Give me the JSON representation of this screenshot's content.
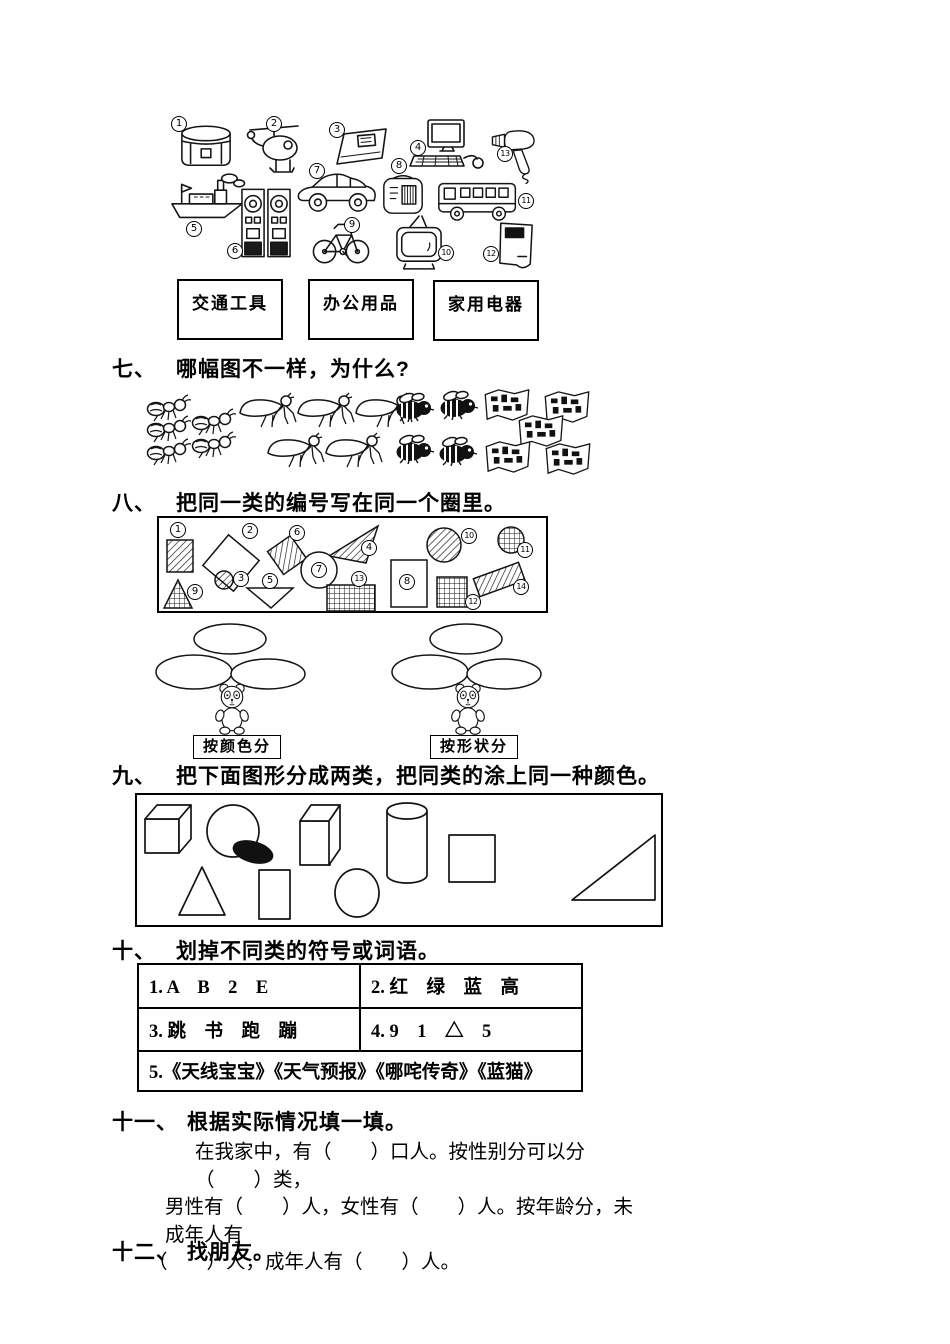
{
  "classify": {
    "items": [
      {
        "num": "1",
        "icon": "rice-cooker"
      },
      {
        "num": "2",
        "icon": "helicopter"
      },
      {
        "num": "3",
        "icon": "exercise-book"
      },
      {
        "num": "4",
        "icon": "computer"
      },
      {
        "num": "5",
        "icon": "ship"
      },
      {
        "num": "6",
        "icon": "speakers"
      },
      {
        "num": "7",
        "icon": "car"
      },
      {
        "num": "8",
        "icon": "radio"
      },
      {
        "num": "9",
        "icon": "bicycle"
      },
      {
        "num": "10",
        "icon": "television"
      },
      {
        "num": "11",
        "icon": "bus"
      },
      {
        "num": "12",
        "icon": "notebook"
      },
      {
        "num": "13",
        "icon": "hair-dryer"
      }
    ],
    "categories": [
      {
        "label": "交通工具"
      },
      {
        "label": "办公用品"
      },
      {
        "label": "家用电器"
      }
    ]
  },
  "q7": {
    "no": "七、",
    "title": "哪幅图不一样，为什么?",
    "groups": [
      {
        "creature": "ants",
        "count": 5
      },
      {
        "creature": "mantises",
        "count": 5
      },
      {
        "creature": "bees",
        "count": 4
      },
      {
        "creature": "maps",
        "count": 5
      }
    ]
  },
  "q8": {
    "no": "八、",
    "title": "把同一类的编号写在同一个圈里。",
    "shapes": [
      {
        "num": "1",
        "shape": "rectangle",
        "fill": "diagonal-hatch"
      },
      {
        "num": "2",
        "shape": "square",
        "fill": "white"
      },
      {
        "num": "3",
        "shape": "circle",
        "fill": "diagonal-hatch"
      },
      {
        "num": "4",
        "shape": "triangle",
        "fill": "diagonal-hatch"
      },
      {
        "num": "5",
        "shape": "triangle",
        "fill": "white"
      },
      {
        "num": "6",
        "shape": "square",
        "fill": "diagonal-hatch"
      },
      {
        "num": "7",
        "shape": "circle",
        "fill": "white"
      },
      {
        "num": "8",
        "shape": "rectangle",
        "fill": "white"
      },
      {
        "num": "9",
        "shape": "triangle",
        "fill": "cross-hatch"
      },
      {
        "num": "10",
        "shape": "circle",
        "fill": "diagonal-hatch"
      },
      {
        "num": "11",
        "shape": "circle",
        "fill": "cross-hatch"
      },
      {
        "num": "12",
        "shape": "square",
        "fill": "cross-hatch"
      },
      {
        "num": "13",
        "shape": "rectangle",
        "fill": "cross-hatch"
      },
      {
        "num": "14",
        "shape": "rectangle",
        "fill": "diagonal-hatch"
      }
    ],
    "sort_left": "按颜色分",
    "sort_right": "按形状分"
  },
  "q9": {
    "no": "九、",
    "title": "把下面图形分成两类，把同类的涂上同一种颜色。",
    "shapes": [
      "cube",
      "sphere",
      "cuboid",
      "cylinder",
      "square",
      "right-triangle",
      "triangle",
      "rectangle",
      "ellipse"
    ]
  },
  "q10": {
    "no": "十、",
    "title": "划掉不同类的符号或词语。",
    "cells": [
      "1. A　B　2　E",
      "2. 红　绿　蓝　高",
      "3. 跳　书　跑　蹦",
      "4. 9　1　△　5",
      "5.《天线宝宝》《天气预报》《哪咤传奇》《蓝猫》"
    ]
  },
  "q11": {
    "no": "十一、",
    "title": "根据实际情况填一填。",
    "lines": [
      "在我家中，有（　　）口人。按性别分可以分（　　）类，",
      "男性有（　　）人，女性有（　　）人。按年龄分，未成年人有",
      "（　　）人，成年人有（　　）人。"
    ]
  },
  "q12": {
    "no": "十二、",
    "title": "找朋友。"
  }
}
